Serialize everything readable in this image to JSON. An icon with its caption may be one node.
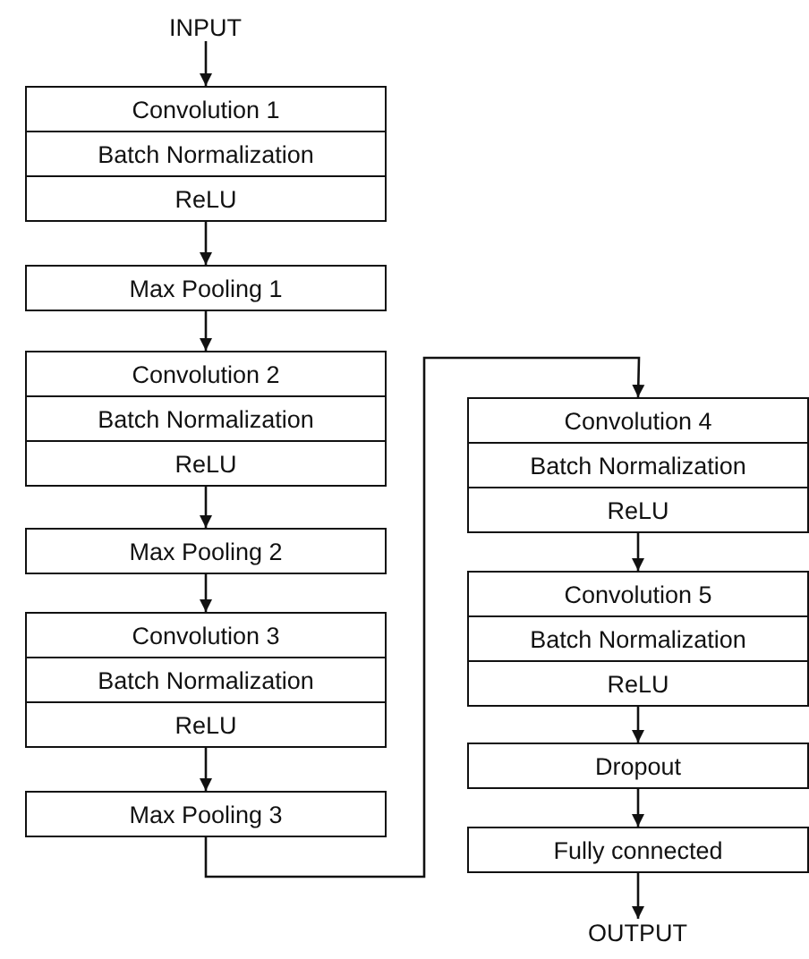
{
  "diagram": {
    "nodes": [
      {
        "text": [
          "INPUT"
        ]
      },
      {
        "text": [
          "Convolution 1"
        ]
      },
      {
        "text": [
          "Batch Normalization"
        ]
      },
      {
        "text": [
          "ReLU"
        ]
      },
      {
        "text": [
          "Max Pooling 1"
        ]
      },
      {
        "text": [
          "Convolution 2"
        ]
      },
      {
        "text": [
          "Batch Normalization"
        ]
      },
      {
        "text": [
          "ReLU"
        ]
      },
      {
        "text": [
          "Max Pooling 2"
        ]
      },
      {
        "text": [
          "Convolution 3"
        ]
      },
      {
        "text": [
          "Batch Normalization"
        ]
      },
      {
        "text": [
          "ReLU"
        ]
      },
      {
        "text": [
          "Max Pooling 3"
        ]
      },
      {
        "text": [
          "Convolution 4"
        ]
      },
      {
        "text": [
          "Batch Normalization"
        ]
      },
      {
        "text": [
          "ReLU"
        ]
      },
      {
        "text": [
          "Convolution 5"
        ]
      },
      {
        "text": [
          "Batch Normalization"
        ]
      },
      {
        "text": [
          "ReLU"
        ]
      },
      {
        "text": [
          "Dropout"
        ]
      },
      {
        "text": [
          "Fully connected"
        ]
      },
      {
        "text": [
          "OUTPUT"
        ]
      }
    ],
    "edges": [
      {
        "from": 0,
        "to": 1,
        "arrow": "to"
      },
      {
        "from": 3,
        "to": 4,
        "arrow": "to"
      },
      {
        "from": 4,
        "to": 5,
        "arrow": "to"
      },
      {
        "from": 7,
        "to": 8,
        "arrow": "to"
      },
      {
        "from": 8,
        "to": 9,
        "arrow": "to"
      },
      {
        "from": 11,
        "to": 12,
        "arrow": "to"
      },
      {
        "from": 12,
        "to": 13,
        "arrow": "to"
      },
      {
        "from": 15,
        "to": 16,
        "arrow": "to"
      },
      {
        "from": 18,
        "to": 19,
        "arrow": "to"
      },
      {
        "from": 19,
        "to": 20,
        "arrow": "to"
      },
      {
        "from": 20,
        "to": 21,
        "arrow": "to"
      }
    ]
  }
}
